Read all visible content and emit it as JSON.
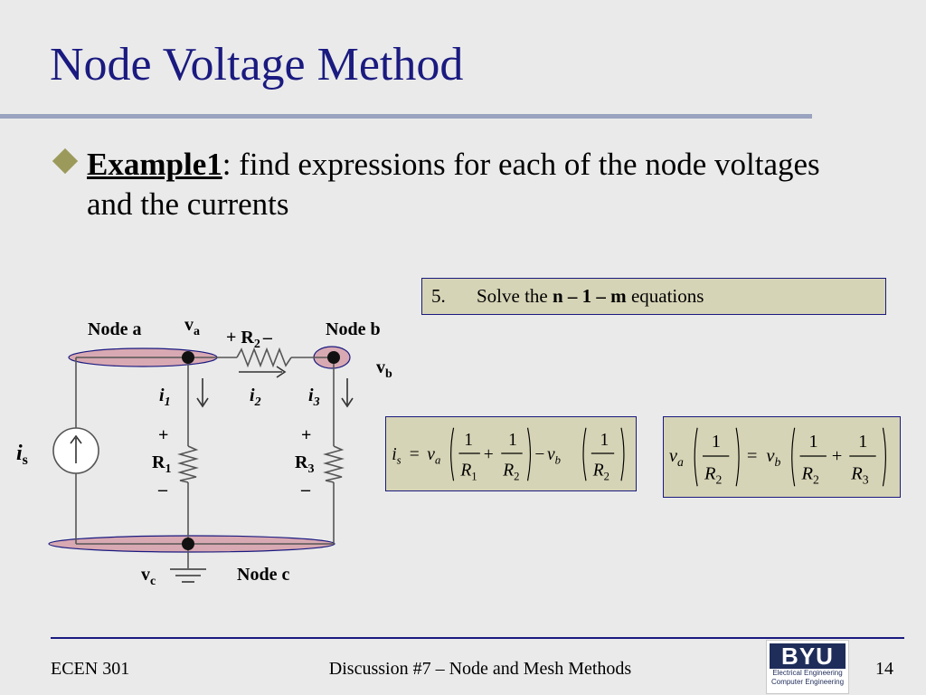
{
  "slide": {
    "title": "Node Voltage Method",
    "bullet_lead": "Example1",
    "bullet_rest": ": find expressions for each of the node voltages and the currents",
    "step": {
      "number": "5.",
      "text_pre": "Solve the ",
      "text_bold": "n – 1 – m",
      "text_post": " equations"
    }
  },
  "circuit": {
    "node_a": "Node a",
    "node_b": "Node b",
    "node_c": "Node c",
    "va": "v",
    "va_sub": "a",
    "vb": "v",
    "vb_sub": "b",
    "vc": "v",
    "vc_sub": "c",
    "r2_label": "+ R",
    "r2_sub": "2",
    "r2_minus": "–",
    "i1": "i",
    "i1_sub": "1",
    "i2": "i",
    "i2_sub": "2",
    "i3": "i",
    "i3_sub": "3",
    "is": "i",
    "is_sub": "s",
    "r1": "R",
    "r1_sub": "1",
    "r3": "R",
    "r3_sub": "3",
    "plus": "+",
    "minus": "–"
  },
  "equations": {
    "eq1": {
      "lhs": "i",
      "lhs_sub": "s",
      "eq": "=",
      "va": "v",
      "va_sub": "a",
      "one": "1",
      "r": "R",
      "r1_sub": "1",
      "r2_sub": "2",
      "plus": "+",
      "minus": "−",
      "vb": "v",
      "vb_sub": "b"
    },
    "eq2": {
      "va": "v",
      "va_sub": "a",
      "one": "1",
      "r": "R",
      "r2_sub": "2",
      "r3_sub": "3",
      "eq": "=",
      "vb": "v",
      "vb_sub": "b",
      "plus": "+"
    }
  },
  "footer": {
    "course": "ECEN 301",
    "center": "Discussion #7 – Node and Mesh Methods",
    "page": "14",
    "logo_mark": "BYU",
    "logo_line1": "Electrical Engineering",
    "logo_line2": "Computer Engineering"
  },
  "colors": {
    "title": "#1a1a80",
    "box_fill": "#d6d4b6",
    "node_highlight": "#d8a9b2",
    "background": "#eaeaea"
  }
}
